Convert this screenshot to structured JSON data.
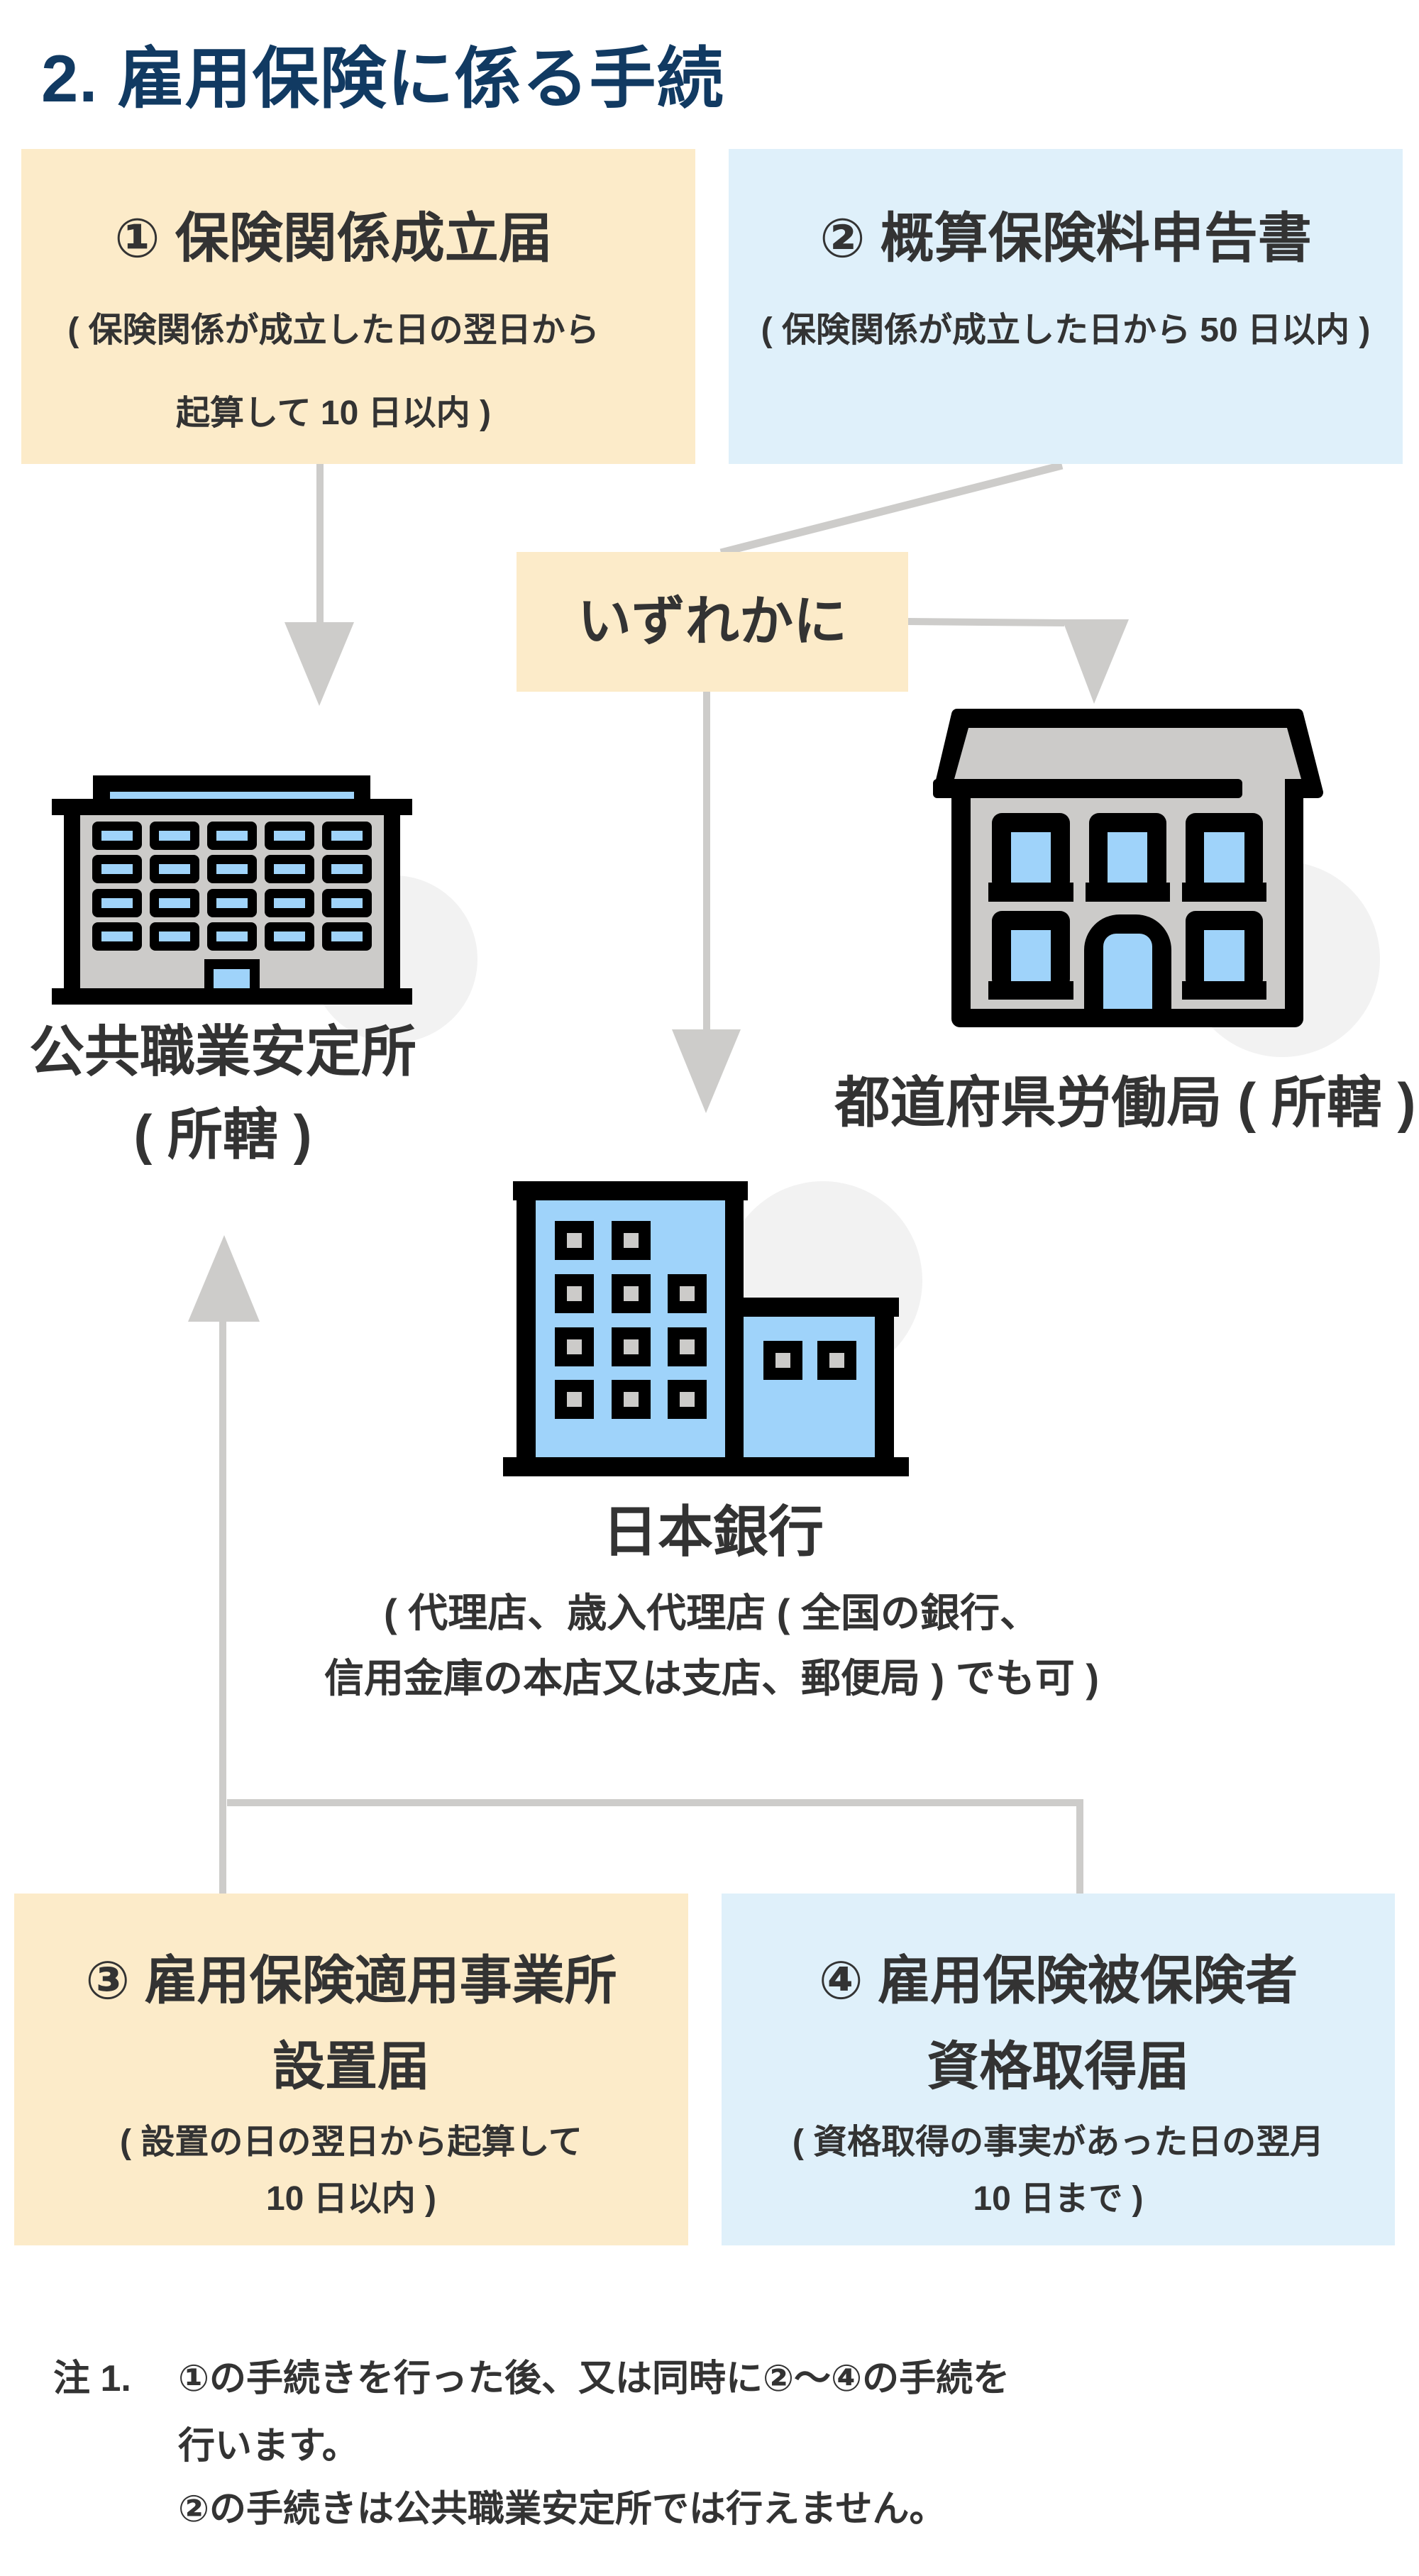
{
  "page": {
    "title": "2. 雇用保険に係る手続"
  },
  "colors": {
    "title": "#113a62",
    "text": "#333333",
    "box-yellow": "#fcebc9",
    "box-blue": "#dff0fa",
    "connector": "#cdccca",
    "building-blue": "#9fd3fa",
    "building-gray": "#cccbc9",
    "icon-backdrop": "#f2f2f2"
  },
  "procedures": [
    {
      "id": "procedure-1",
      "color": "yellow",
      "title_lines": [
        "① 保険関係成立届"
      ],
      "deadline_lines": [
        "( 保険関係が成立した日の翌日から",
        "起算して 10 日以内 )"
      ]
    },
    {
      "id": "procedure-2",
      "color": "blue",
      "title_lines": [
        "② 概算保険料申告書"
      ],
      "deadline_lines": [
        "( 保険関係が成立した日から 50 日以内 )"
      ]
    },
    {
      "id": "procedure-3",
      "color": "yellow",
      "title_lines": [
        "③ 雇用保険適用事業所",
        "設置届"
      ],
      "deadline_lines": [
        "( 設置の日の翌日から起算して",
        "10 日以内 )"
      ]
    },
    {
      "id": "procedure-4",
      "color": "blue",
      "title_lines": [
        "④ 雇用保険被保険者",
        "資格取得届"
      ],
      "deadline_lines": [
        "( 資格取得の事実があった日の翌月",
        "10 日まで )"
      ]
    }
  ],
  "choice": {
    "label": "いずれかに"
  },
  "offices": {
    "hello_work": {
      "icon": "office-building-icon",
      "name": "公共職業安定所",
      "note": "( 所轄 )"
    },
    "labor_bureau": {
      "icon": "government-building-icon",
      "name": "都道府県労働局 ( 所轄 )"
    },
    "bank": {
      "icon": "bank-building-icon",
      "name": "日本銀行",
      "note_lines": [
        "( 代理店、歳入代理店 ( 全国の銀行、",
        "信用金庫の本店又は支店、郵便局 ) でも可 )"
      ]
    }
  },
  "connections": [
    {
      "from": "procedure-1",
      "to": "hello_work"
    },
    {
      "from": "procedure-2",
      "to": "choice"
    },
    {
      "from": "choice",
      "to": "labor_bureau"
    },
    {
      "from": "choice",
      "to": "bank"
    },
    {
      "from": "procedure-3",
      "to": "hello_work"
    },
    {
      "from": "procedure-4",
      "to": "hello_work"
    }
  ],
  "notes": {
    "label": "注 1.",
    "lines": [
      "①の手続きを行った後、又は同時に②～④の手続を",
      "行います。",
      "②の手続きは公共職業安定所では行えません。"
    ]
  }
}
